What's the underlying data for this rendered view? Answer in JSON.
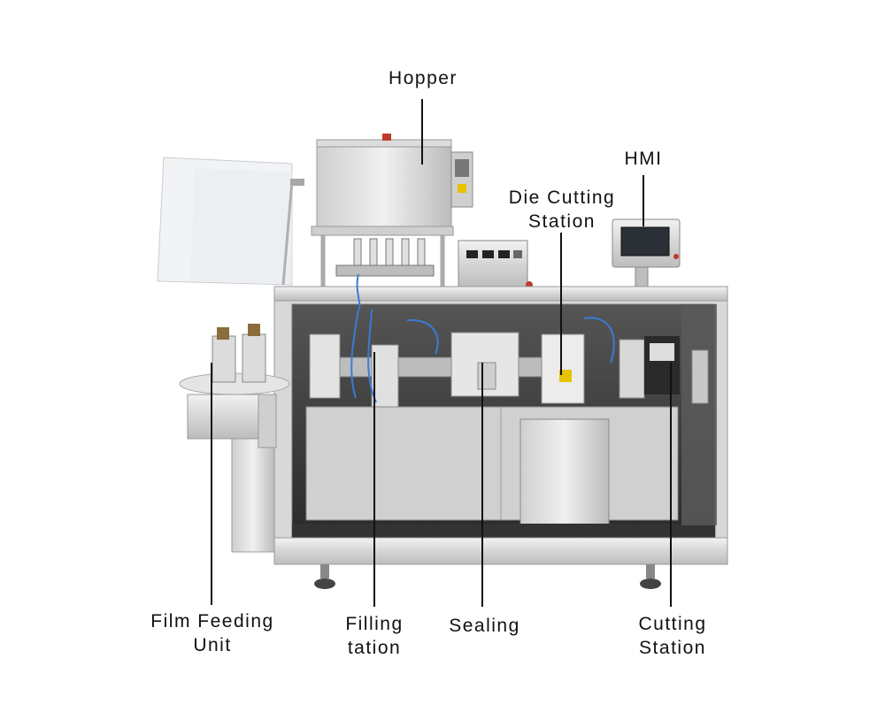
{
  "labels": {
    "hopper": "Hopper",
    "hmi": "HMI",
    "die_cutting": {
      "line1": "Die Cutting",
      "line2": "Station"
    },
    "film_feeding": {
      "line1": "Film Feeding",
      "line2": "Unit"
    },
    "filling": {
      "line1": "Filling",
      "line2": "tation"
    },
    "sealing": "Sealing",
    "cutting": {
      "line1": "Cutting",
      "line2": "Station"
    }
  },
  "colors": {
    "steel_light": "#e4e4e4",
    "steel_mid": "#c8c8c8",
    "steel_dark": "#9a9a9a",
    "cabinet_interior": "#3c3c3c",
    "leader_line": "#111111",
    "hmi_screen": "#2b2f36",
    "tube_blue": "#3a7bd5"
  }
}
